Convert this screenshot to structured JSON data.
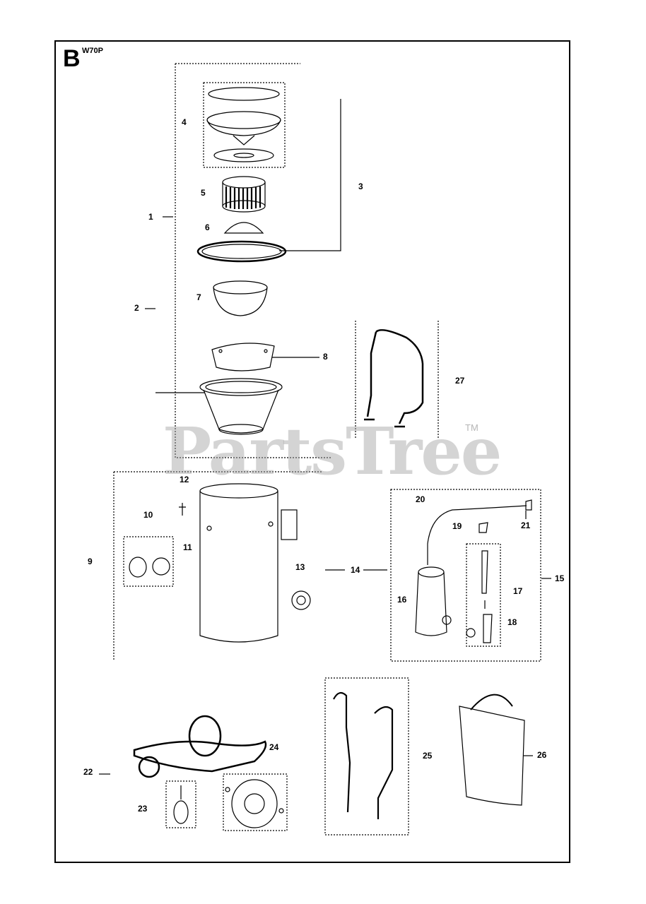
{
  "header": {
    "section_letter": "B",
    "model": "W70P"
  },
  "watermark": {
    "text": "PartsTree",
    "trademark": "TM"
  },
  "callouts": [
    "1",
    "2",
    "3",
    "4",
    "5",
    "6",
    "7",
    "8",
    "9",
    "10",
    "11",
    "12",
    "13",
    "14",
    "15",
    "16",
    "17",
    "18",
    "19",
    "20",
    "21",
    "22",
    "23",
    "24",
    "25",
    "26",
    "27"
  ]
}
